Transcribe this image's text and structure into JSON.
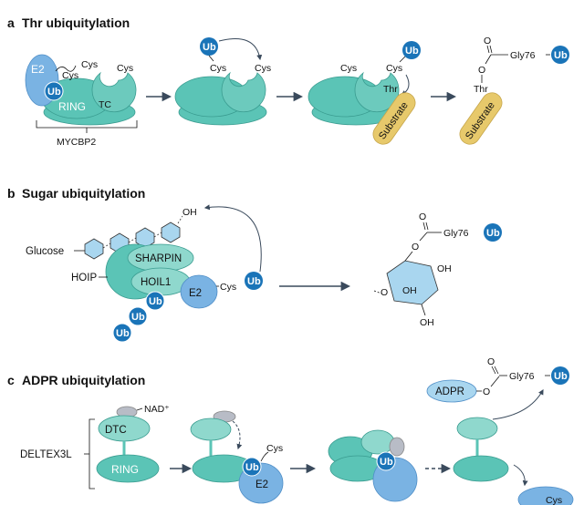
{
  "panel_a": {
    "letter": "a",
    "title": "Thr ubiquitylation",
    "e2": "E2",
    "ub": "Ub",
    "ring": "RING",
    "tc": "TC",
    "cys": "Cys",
    "mycbp2": "MYCBP2",
    "thr": "Thr",
    "substrate": "Substrate",
    "o": "O",
    "gly76": "Gly76"
  },
  "panel_b": {
    "letter": "b",
    "title": "Sugar ubiquitylation",
    "glucose": "Glucose",
    "hoip": "HOIP",
    "sharpin": "SHARPIN",
    "hoil1": "HOIL1",
    "e2": "E2",
    "cys": "Cys",
    "ub": "Ub",
    "oh": "OH",
    "o": "O",
    "gly76": "Gly76"
  },
  "panel_c": {
    "letter": "c",
    "title": "ADPR ubiquitylation",
    "nad": "NAD⁺",
    "dtc": "DTC",
    "ring": "RING",
    "deltex": "DELTEX3L",
    "ub": "Ub",
    "e2": "E2",
    "cys": "Cys",
    "adpr": "ADPR",
    "o": "O",
    "gly76": "Gly76"
  },
  "colors": {
    "teal": "#5bc4b6",
    "teal_light": "#8fd8cd",
    "blue": "#7ab3e3",
    "ub_blue": "#1a74b8",
    "substrate": "#e7c96b",
    "grey": "#b8bcc6",
    "arrow": "#3a4a5c",
    "glucose": "#a9d6ef"
  }
}
